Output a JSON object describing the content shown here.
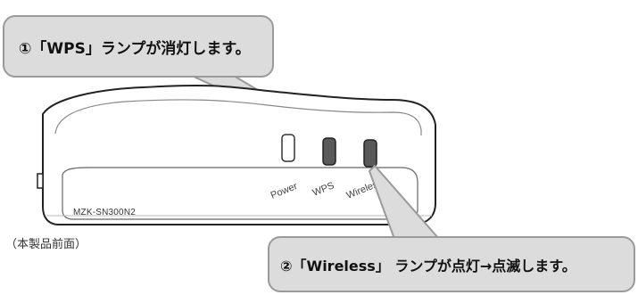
{
  "callouts": {
    "step1": "①「WPS」ランプが消灯します。",
    "step2": "②「Wireless」 ランプが点灯→点滅します。"
  },
  "device": {
    "model": "MZK-SN300N2",
    "leds": {
      "power": "Power",
      "wps": "WPS",
      "wireless": "Wireless"
    },
    "caption": "（本製品前面）"
  },
  "colors": {
    "callout_fill": "#dcdcdc",
    "callout_border": "#9a9a9a",
    "led_active": "#555555",
    "device_outline": "#222222"
  }
}
